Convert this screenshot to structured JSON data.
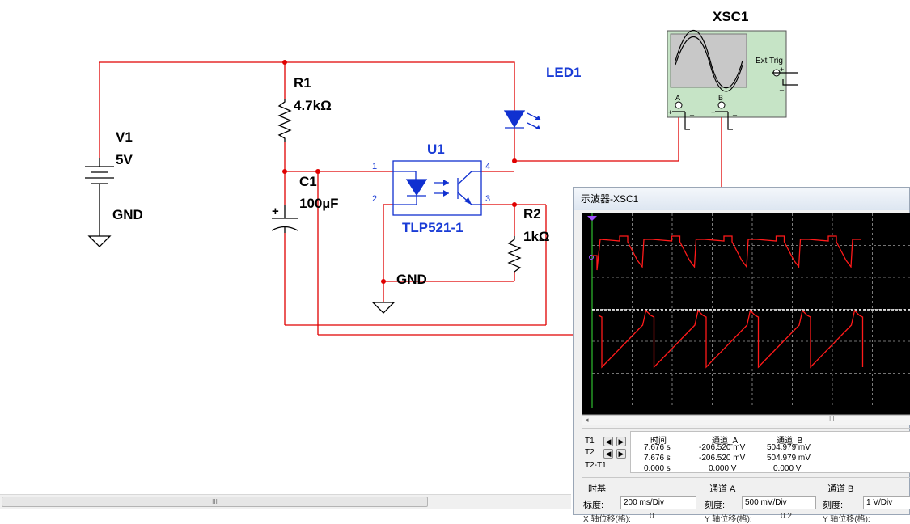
{
  "schematic": {
    "v1": {
      "ref": "V1",
      "value": "5V",
      "gnd": "GND"
    },
    "r1": {
      "ref": "R1",
      "value": "4.7kΩ"
    },
    "c1": {
      "ref": "C1",
      "value": "100µF",
      "plus": "+"
    },
    "led1": {
      "ref": "LED1"
    },
    "u1": {
      "ref": "U1",
      "part": "TLP521-1",
      "pins": [
        "1",
        "2",
        "3",
        "4"
      ]
    },
    "r2": {
      "ref": "R2",
      "value": "1kΩ"
    },
    "gnd2": "GND",
    "xsc1": {
      "ref": "XSC1",
      "ext_trig": "Ext Trig",
      "ch_a": "A",
      "ch_b": "B",
      "plus": "+",
      "minus": "_"
    },
    "colors": {
      "wire": "#e00000",
      "component": "#000000",
      "optocoupler": "#1030d0",
      "ref_blue": "#1a3cd6"
    }
  },
  "main_scroll": {
    "grip": "III"
  },
  "scope_window": {
    "title": "示波器-XSC1",
    "scroll_grip": "III",
    "cursor": {
      "headers": [
        "时间",
        "通道_A",
        "通道_B"
      ],
      "rows": [
        {
          "label": "T1",
          "time": "7.676 s",
          "ch_a": "-206.520 mV",
          "ch_b": "504.979 mV"
        },
        {
          "label": "T2",
          "time": "7.676 s",
          "ch_a": "-206.520 mV",
          "ch_b": "504.979 mV"
        },
        {
          "label": "T2-T1",
          "time": "0.000 s",
          "ch_a": "0.000 V",
          "ch_b": "0.000 V"
        }
      ]
    },
    "timebase": {
      "title": "时基",
      "scale_label": "标度:",
      "scale_value": "200 ms/Div",
      "next_label_cut": "X 轴位移(格):",
      "next_value_cut": "0"
    },
    "channel_a": {
      "title": "通道 A",
      "scale_label": "刻度:",
      "scale_value": "500 mV/Div",
      "next_label_cut": "Y 轴位移(格):",
      "next_value_cut": "0.2"
    },
    "channel_b": {
      "title": "通道 B",
      "scale_label": "刻度:",
      "scale_value": "1  V/Div",
      "next_label_cut": "Y 轴位移(格):"
    },
    "trace_color": "#ff1a1a",
    "grid_color": "#9a9a9a"
  }
}
